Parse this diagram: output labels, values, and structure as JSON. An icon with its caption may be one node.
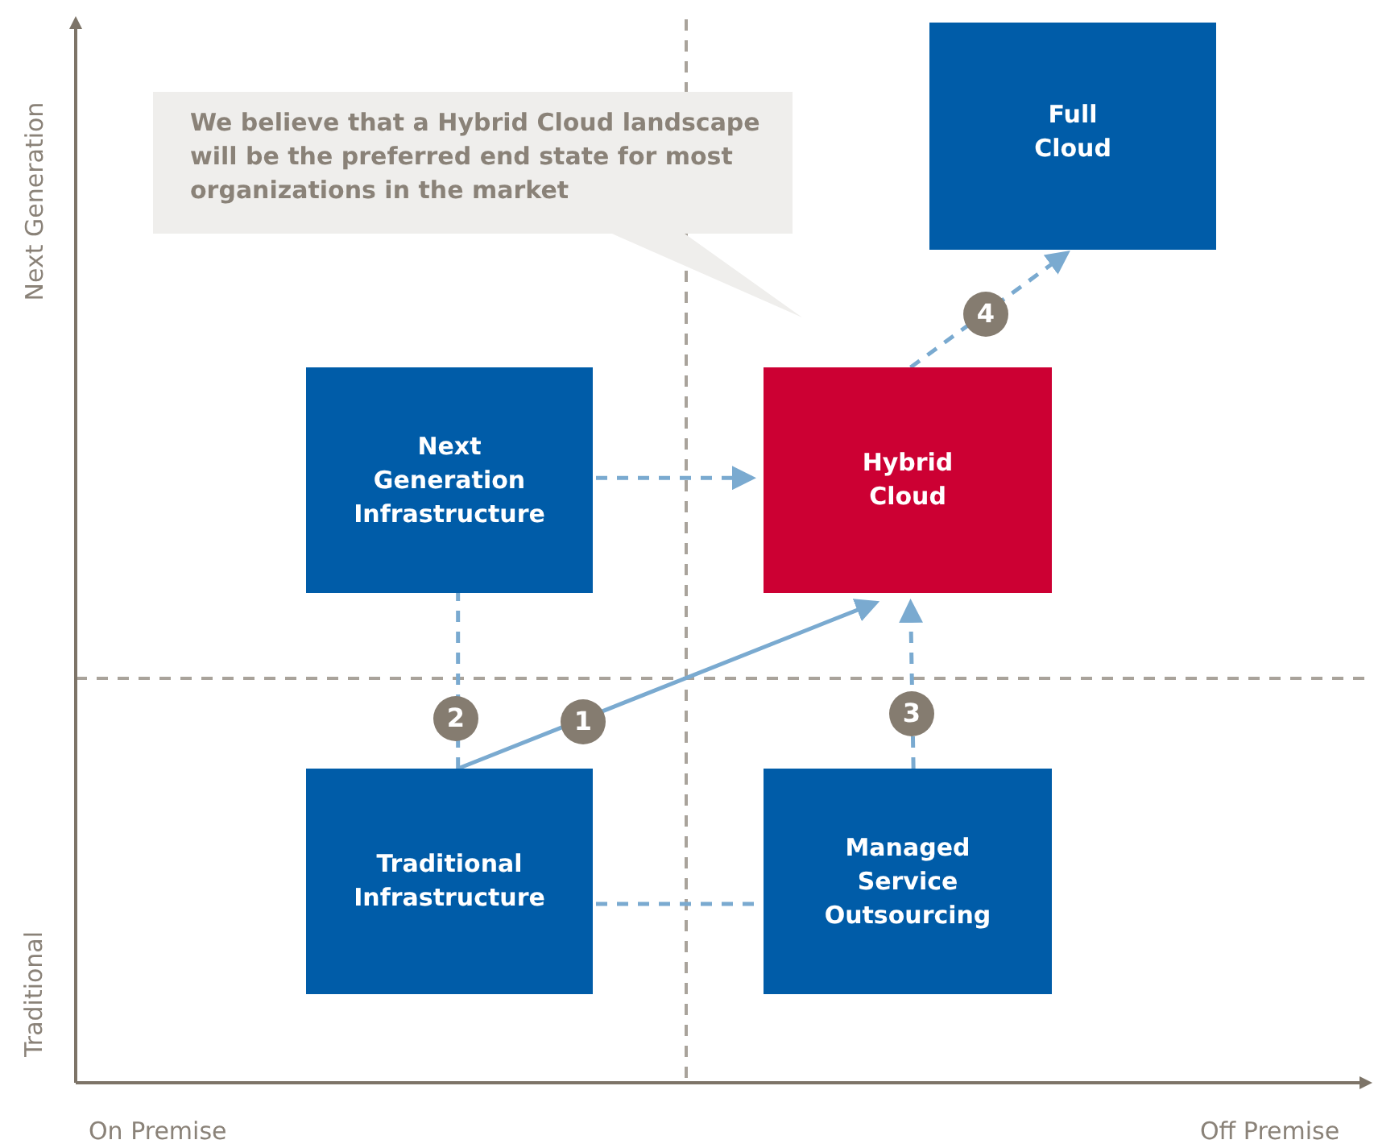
{
  "diagram": {
    "nodes": [
      {
        "text": [
          "We believe that a Hybrid Cloud landscape will be the preferred end state for most organizations in the market"
        ]
      },
      {
        "text": [
          "Full Cloud"
        ]
      },
      {
        "text": [
          "Next Generation Infrastructure"
        ]
      },
      {
        "text": [
          "Hybrid Cloud"
        ]
      },
      {
        "text": [
          "Traditional Infrastructure"
        ]
      },
      {
        "text": [
          "Managed Service Outsourcing"
        ]
      }
    ],
    "edges": [
      {
        "from": 4,
        "to": 3,
        "arrow": "to",
        "label": "1"
      },
      {
        "from": 4,
        "to": 2,
        "arrow": "none",
        "label": "2",
        "style": "dashed"
      },
      {
        "from": 5,
        "to": 3,
        "arrow": "to",
        "label": "3",
        "style": "dashed"
      },
      {
        "from": 3,
        "to": 1,
        "arrow": "to",
        "label": "4",
        "style": "dashed"
      },
      {
        "from": 2,
        "to": 3,
        "arrow": "to",
        "style": "dashed"
      },
      {
        "from": 4,
        "to": 5,
        "arrow": "none",
        "style": "dashed"
      }
    ],
    "labels": [
      "Next Generation",
      "Traditional",
      "On Premise",
      "Off Premise"
    ]
  }
}
